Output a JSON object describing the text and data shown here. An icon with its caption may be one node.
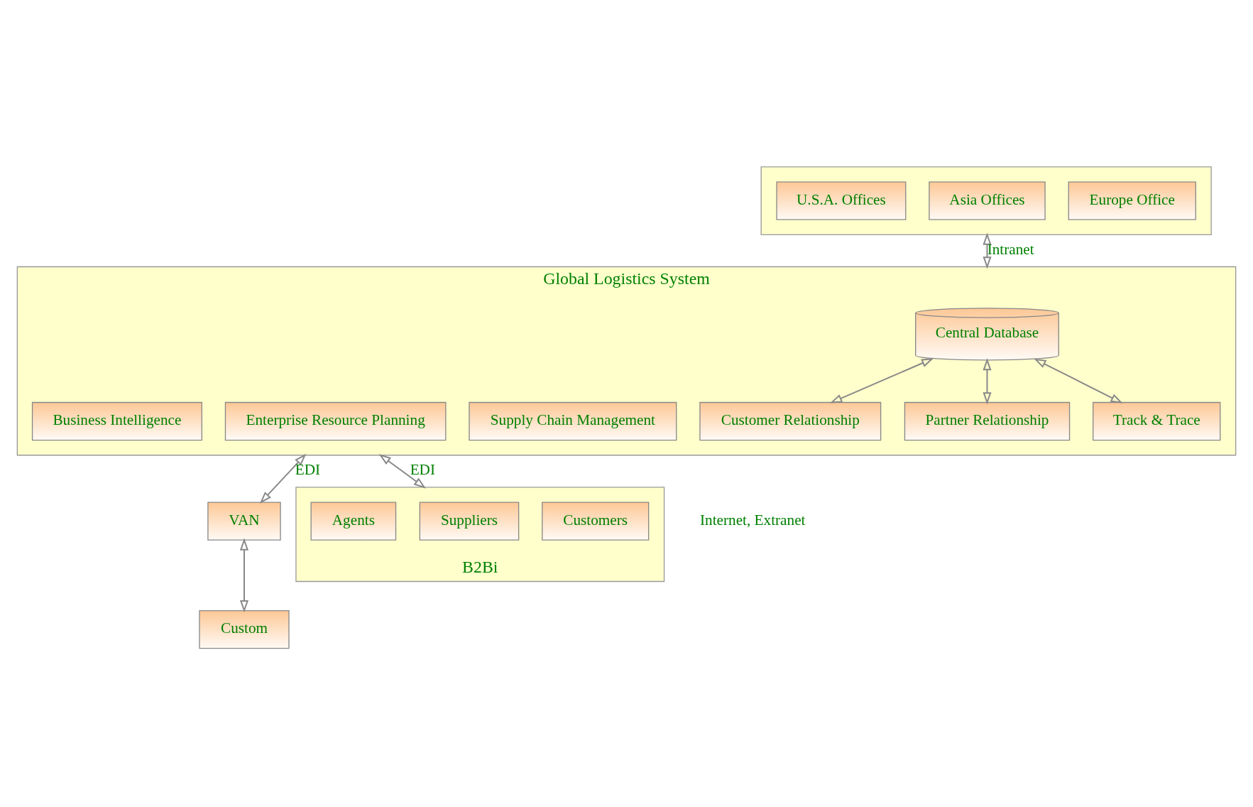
{
  "diagram": {
    "nodes": [
      {
        "text": [],
        "shape": "box"
      },
      {
        "text": [
          "Europe Office"
        ],
        "in": 0
      },
      {
        "text": [
          "Asia Offices"
        ],
        "in": 0
      },
      {
        "text": [
          "U.S.A. Offices"
        ],
        "in": 0
      },
      {
        "text": [
          "Global Logistics System"
        ]
      },
      {
        "text": [
          "Central Database"
        ],
        "in": 4
      },
      {
        "text": [
          "Customer Relationship"
        ],
        "in": 4
      },
      {
        "text": [
          "Supply Chain Management"
        ],
        "in": 4
      },
      {
        "text": [
          "Partner Relationship"
        ],
        "in": 4
      },
      {
        "text": [
          "Enterprise Resource Planning"
        ],
        "in": 4
      },
      {
        "text": [
          "Track & Trace"
        ],
        "in": 4
      },
      {
        "text": [
          "Business Intelligence"
        ],
        "in": 4
      },
      {
        "text": [
          "VAN"
        ]
      },
      {
        "text": [
          "Custom"
        ]
      },
      {
        "text": [
          "B2Bi"
        ]
      },
      {
        "text": [
          "Customers"
        ],
        "in": 14
      },
      {
        "text": [
          "Suppliers"
        ],
        "in": 14
      },
      {
        "text": [
          "Agents"
        ],
        "in": 14
      }
    ],
    "edges": [
      {
        "from": 0,
        "to": 4,
        "arrow": "both",
        "label": "Intranet"
      },
      {
        "from": 5,
        "to": 6,
        "arrow": "both"
      },
      {
        "from": 5,
        "to": 8,
        "arrow": "both"
      },
      {
        "from": 5,
        "to": 10,
        "arrow": "both"
      },
      {
        "from": 4,
        "to": 12,
        "arrow": "both",
        "label": "EDI"
      },
      {
        "from": 4,
        "to": 14,
        "arrow": "both",
        "label": "EDI"
      },
      {
        "from": 12,
        "to": 13,
        "arrow": "both"
      }
    ],
    "labels": [
      "Internet, Extranet"
    ]
  }
}
